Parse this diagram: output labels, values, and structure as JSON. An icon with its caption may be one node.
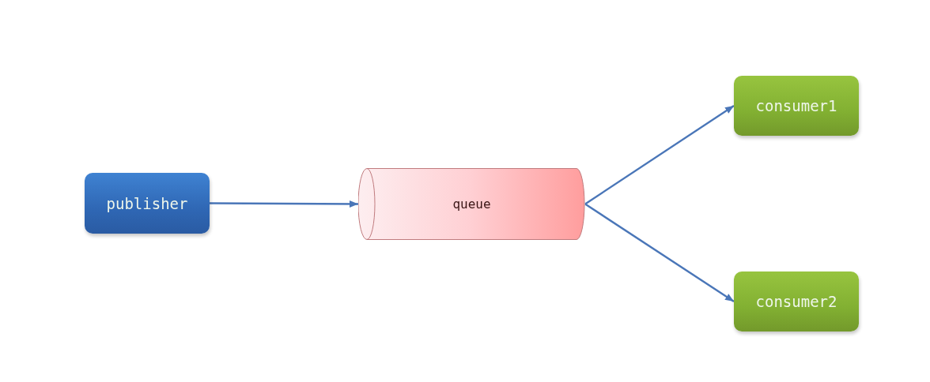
{
  "diagram": {
    "nodes": [
      {
        "text": [
          "publisher"
        ]
      },
      {
        "text": [
          "queue"
        ]
      },
      {
        "text": [
          "consumer1"
        ]
      },
      {
        "text": [
          "consumer2"
        ]
      }
    ],
    "edges": [
      {
        "from": 0,
        "to": 1,
        "arrow": "to"
      },
      {
        "from": 1,
        "to": 2,
        "arrow": "to"
      },
      {
        "from": 1,
        "to": 3,
        "arrow": "to"
      }
    ]
  }
}
